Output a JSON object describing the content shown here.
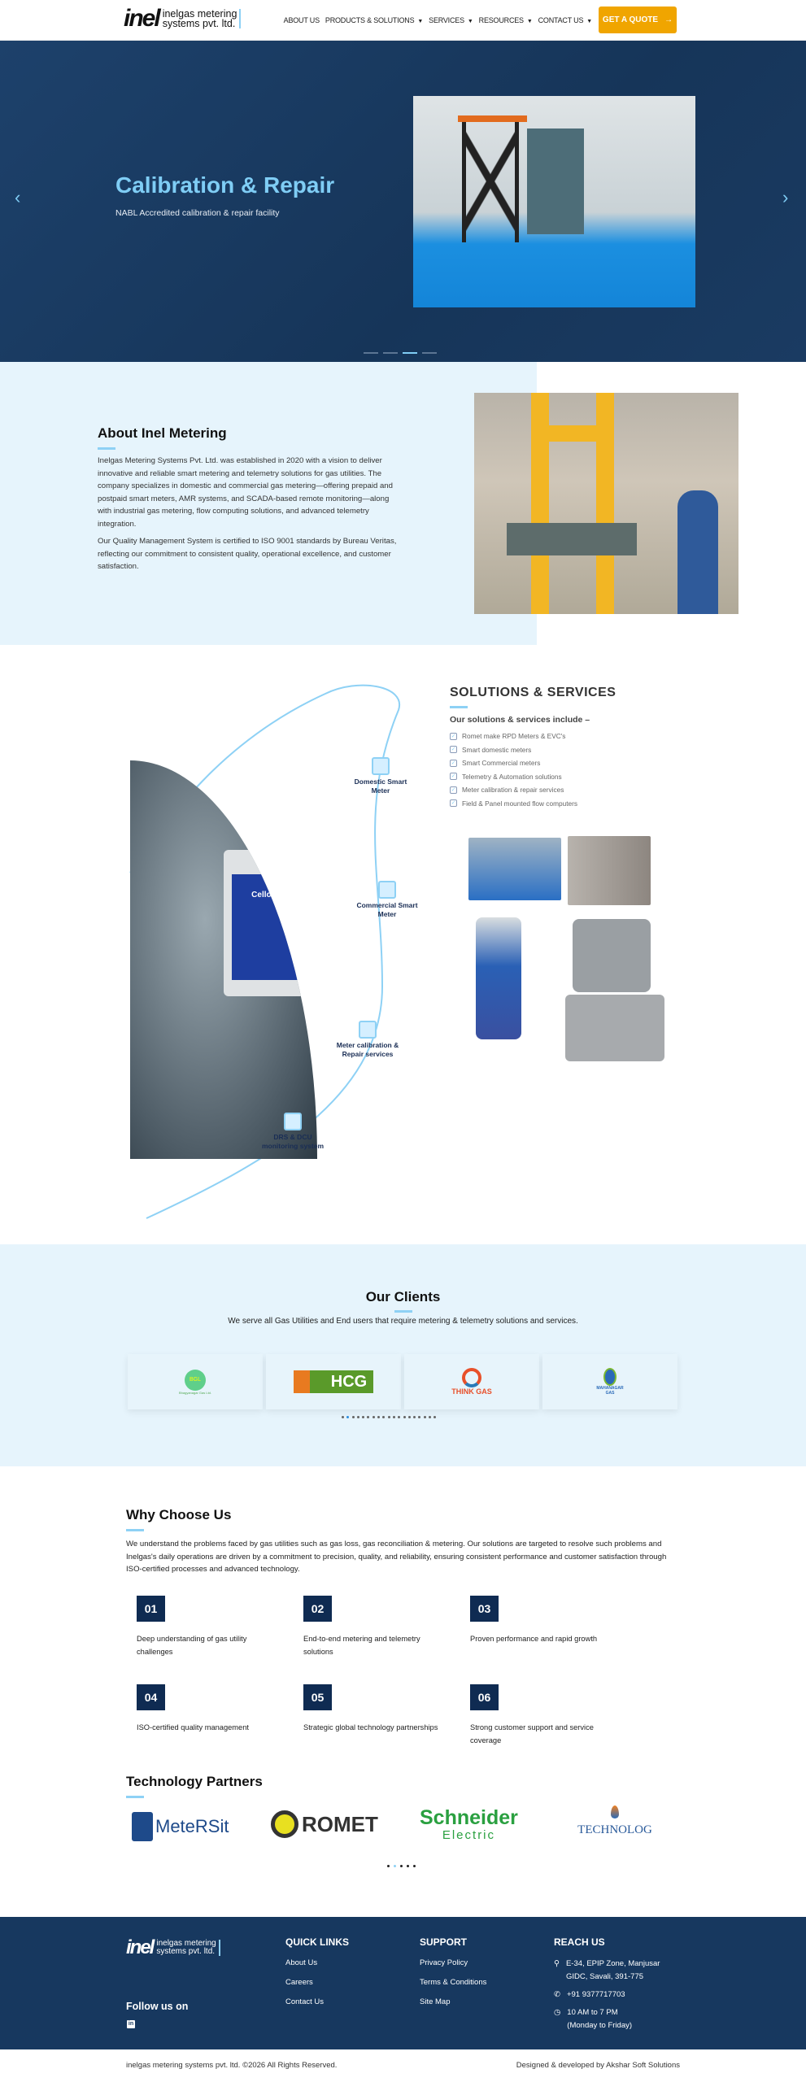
{
  "nav": {
    "logo_mark": "inel",
    "logo_text_1": "inelgas metering",
    "logo_text_2": "systems pvt. ltd.",
    "items": [
      {
        "label": "ABOUT US",
        "caret": false
      },
      {
        "label": "PRODUCTS & SOLUTIONS",
        "caret": true
      },
      {
        "label": "SERVICES",
        "caret": true
      },
      {
        "label": "RESOURCES",
        "caret": true
      },
      {
        "label": "CONTACT US",
        "caret": true
      }
    ],
    "cta": "GET A QUOTE",
    "cta_icon": "arrow-right-icon"
  },
  "hero": {
    "title": "Calibration & Repair",
    "subtitle": "NABL Accredited calibration & repair facility",
    "prev": "‹",
    "next": "›",
    "slide_count": 4,
    "active_slide": 3
  },
  "about": {
    "title": "About Inel Metering",
    "p1": "Inelgas Metering Systems Pvt. Ltd. was established in 2020 with a vision to deliver innovative and reliable smart metering and telemetry solutions for gas utilities. The company specializes in domestic and commercial gas metering—offering prepaid and postpaid smart meters, AMR systems, and SCADA-based remote monitoring—along with industrial gas metering, flow computing solutions, and advanced telemetry integration.",
    "p2": "Our Quality Management System is certified to ISO 9001 standards by Bureau Veritas, reflecting our commitment to consistent quality, operational excellence, and customer satisfaction."
  },
  "solutions": {
    "title": "SOLUTIONS & SERVICES",
    "subtitle": "Our solutions & services include –",
    "items": [
      "Romet make RPD Meters & EVC's",
      "Smart domestic meters",
      "Smart Commercial meters",
      "Telemetry & Automation solutions",
      "Meter calibration & repair services",
      "Field & Panel mounted flow computers"
    ],
    "device_label": "Cello GS",
    "nodes": [
      "Domestic Smart Meter",
      "Commercial Smart Meter",
      "Meter calibration & Repair services",
      "DRS & DCU monitoring system"
    ]
  },
  "clients": {
    "title": "Our Clients",
    "subtitle": "We serve all Gas Utilities and End users that require metering & telemetry solutions and services.",
    "logos": [
      {
        "name": "BGL",
        "caption": "Bhagyanagar Gas Ltd."
      },
      {
        "name": "HCG",
        "caption": ""
      },
      {
        "name": "THINK GAS",
        "caption": ""
      },
      {
        "name": "MAHANAGAR",
        "caption": "GAS"
      }
    ],
    "dot_count": 19,
    "active_dot": 2
  },
  "why": {
    "title": "Why Choose Us",
    "text": "We understand the problems faced by gas utilities such as gas loss, gas reconciliation & metering. Our solutions are targeted to resolve such problems and Inelgas's daily operations are driven by a commitment to precision, quality, and reliability, ensuring consistent performance and customer satisfaction through ISO-certified processes and advanced technology.",
    "features": [
      {
        "num": "01",
        "text": "Deep understanding of gas utility challenges"
      },
      {
        "num": "02",
        "text": "End-to-end metering and telemetry solutions"
      },
      {
        "num": "03",
        "text": "Proven performance and rapid growth"
      },
      {
        "num": "04",
        "text": "ISO-certified quality management"
      },
      {
        "num": "05",
        "text": "Strategic global technology partnerships"
      },
      {
        "num": "06",
        "text": "Strong customer support and service coverage"
      }
    ]
  },
  "partners": {
    "title": "Technology Partners",
    "logos": [
      "MeteRSit",
      "ROMET",
      "Schneider",
      "Electric",
      "TECHNOLOG"
    ],
    "dot_count": 5,
    "active_dot": 2
  },
  "footer": {
    "follow": "Follow us on",
    "social": "in",
    "quick_title": "QUICK LINKS",
    "quick": [
      "About Us",
      "Careers",
      "Contact Us"
    ],
    "support_title": "SUPPORT",
    "support": [
      "Privacy Policy",
      "Terms & Conditions",
      "Site Map"
    ],
    "reach_title": "REACH US",
    "address_1": "E-34, EPIP Zone, Manjusar",
    "address_2": "GIDC, Savali, 391-775",
    "phone": "+91 9377717703",
    "hours_1": "10 AM to 7 PM",
    "hours_2": "(Monday to Friday)",
    "copyright": "inelgas metering systems pvt. ltd. ©2026 All Rights Reserved.",
    "credit": "Designed & developed by Akshar Soft Solutions"
  },
  "colors": {
    "navy": "#17385f",
    "accent": "#8ed1f5",
    "cta": "#f0a500",
    "light_bg": "#e6f4fc"
  }
}
